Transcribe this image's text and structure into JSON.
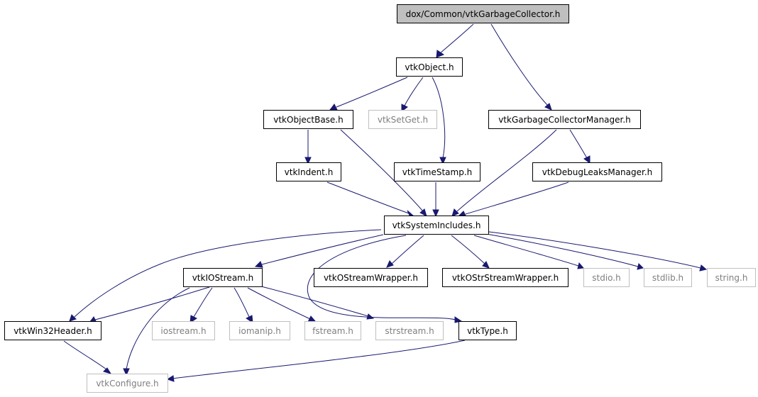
{
  "colors": {
    "edge": "#191970",
    "root_fill": "#bfbfbf",
    "node_border": "#000000",
    "external_border": "#bfbfbf",
    "external_text": "#7f7f7f",
    "text": "#000000"
  },
  "nodes": {
    "root": {
      "label": "dox/Common/vtkGarbageCollector.h",
      "kind": "root"
    },
    "vtkObject": {
      "label": "vtkObject.h",
      "kind": "normal"
    },
    "vtkObjectBase": {
      "label": "vtkObjectBase.h",
      "kind": "normal"
    },
    "vtkSetGet": {
      "label": "vtkSetGet.h",
      "kind": "external"
    },
    "vtkGarbageCollectorManager": {
      "label": "vtkGarbageCollectorManager.h",
      "kind": "normal"
    },
    "vtkIndent": {
      "label": "vtkIndent.h",
      "kind": "normal"
    },
    "vtkTimeStamp": {
      "label": "vtkTimeStamp.h",
      "kind": "normal"
    },
    "vtkDebugLeaksManager": {
      "label": "vtkDebugLeaksManager.h",
      "kind": "normal"
    },
    "vtkSystemIncludes": {
      "label": "vtkSystemIncludes.h",
      "kind": "normal"
    },
    "vtkIOStream": {
      "label": "vtkIOStream.h",
      "kind": "normal"
    },
    "vtkOStreamWrapper": {
      "label": "vtkOStreamWrapper.h",
      "kind": "normal"
    },
    "vtkOStrStreamWrapper": {
      "label": "vtkOStrStreamWrapper.h",
      "kind": "normal"
    },
    "stdio": {
      "label": "stdio.h",
      "kind": "external"
    },
    "stdlib": {
      "label": "stdlib.h",
      "kind": "external"
    },
    "string": {
      "label": "string.h",
      "kind": "external"
    },
    "vtkWin32Header": {
      "label": "vtkWin32Header.h",
      "kind": "normal"
    },
    "iostream": {
      "label": "iostream.h",
      "kind": "external"
    },
    "iomanip": {
      "label": "iomanip.h",
      "kind": "external"
    },
    "fstream": {
      "label": "fstream.h",
      "kind": "external"
    },
    "strstream": {
      "label": "strstream.h",
      "kind": "external"
    },
    "vtkType": {
      "label": "vtkType.h",
      "kind": "normal"
    },
    "vtkConfigure": {
      "label": "vtkConfigure.h",
      "kind": "external"
    }
  },
  "edges": [
    {
      "from": "root",
      "to": "vtkObject"
    },
    {
      "from": "root",
      "to": "vtkGarbageCollectorManager"
    },
    {
      "from": "vtkObject",
      "to": "vtkObjectBase"
    },
    {
      "from": "vtkObject",
      "to": "vtkSetGet"
    },
    {
      "from": "vtkObject",
      "to": "vtkTimeStamp"
    },
    {
      "from": "vtkObjectBase",
      "to": "vtkIndent"
    },
    {
      "from": "vtkObjectBase",
      "to": "vtkSystemIncludes"
    },
    {
      "from": "vtkGarbageCollectorManager",
      "to": "vtkSystemIncludes"
    },
    {
      "from": "vtkGarbageCollectorManager",
      "to": "vtkDebugLeaksManager"
    },
    {
      "from": "vtkIndent",
      "to": "vtkSystemIncludes"
    },
    {
      "from": "vtkTimeStamp",
      "to": "vtkSystemIncludes"
    },
    {
      "from": "vtkDebugLeaksManager",
      "to": "vtkSystemIncludes"
    },
    {
      "from": "vtkSystemIncludes",
      "to": "vtkIOStream"
    },
    {
      "from": "vtkSystemIncludes",
      "to": "vtkOStreamWrapper"
    },
    {
      "from": "vtkSystemIncludes",
      "to": "vtkOStrStreamWrapper"
    },
    {
      "from": "vtkSystemIncludes",
      "to": "stdio"
    },
    {
      "from": "vtkSystemIncludes",
      "to": "stdlib"
    },
    {
      "from": "vtkSystemIncludes",
      "to": "string"
    },
    {
      "from": "vtkSystemIncludes",
      "to": "vtkWin32Header"
    },
    {
      "from": "vtkSystemIncludes",
      "to": "vtkType"
    },
    {
      "from": "vtkIOStream",
      "to": "vtkWin32Header"
    },
    {
      "from": "vtkIOStream",
      "to": "vtkConfigure"
    },
    {
      "from": "vtkIOStream",
      "to": "iostream"
    },
    {
      "from": "vtkIOStream",
      "to": "iomanip"
    },
    {
      "from": "vtkIOStream",
      "to": "fstream"
    },
    {
      "from": "vtkIOStream",
      "to": "strstream"
    },
    {
      "from": "vtkWin32Header",
      "to": "vtkConfigure"
    },
    {
      "from": "vtkType",
      "to": "vtkConfigure"
    }
  ]
}
